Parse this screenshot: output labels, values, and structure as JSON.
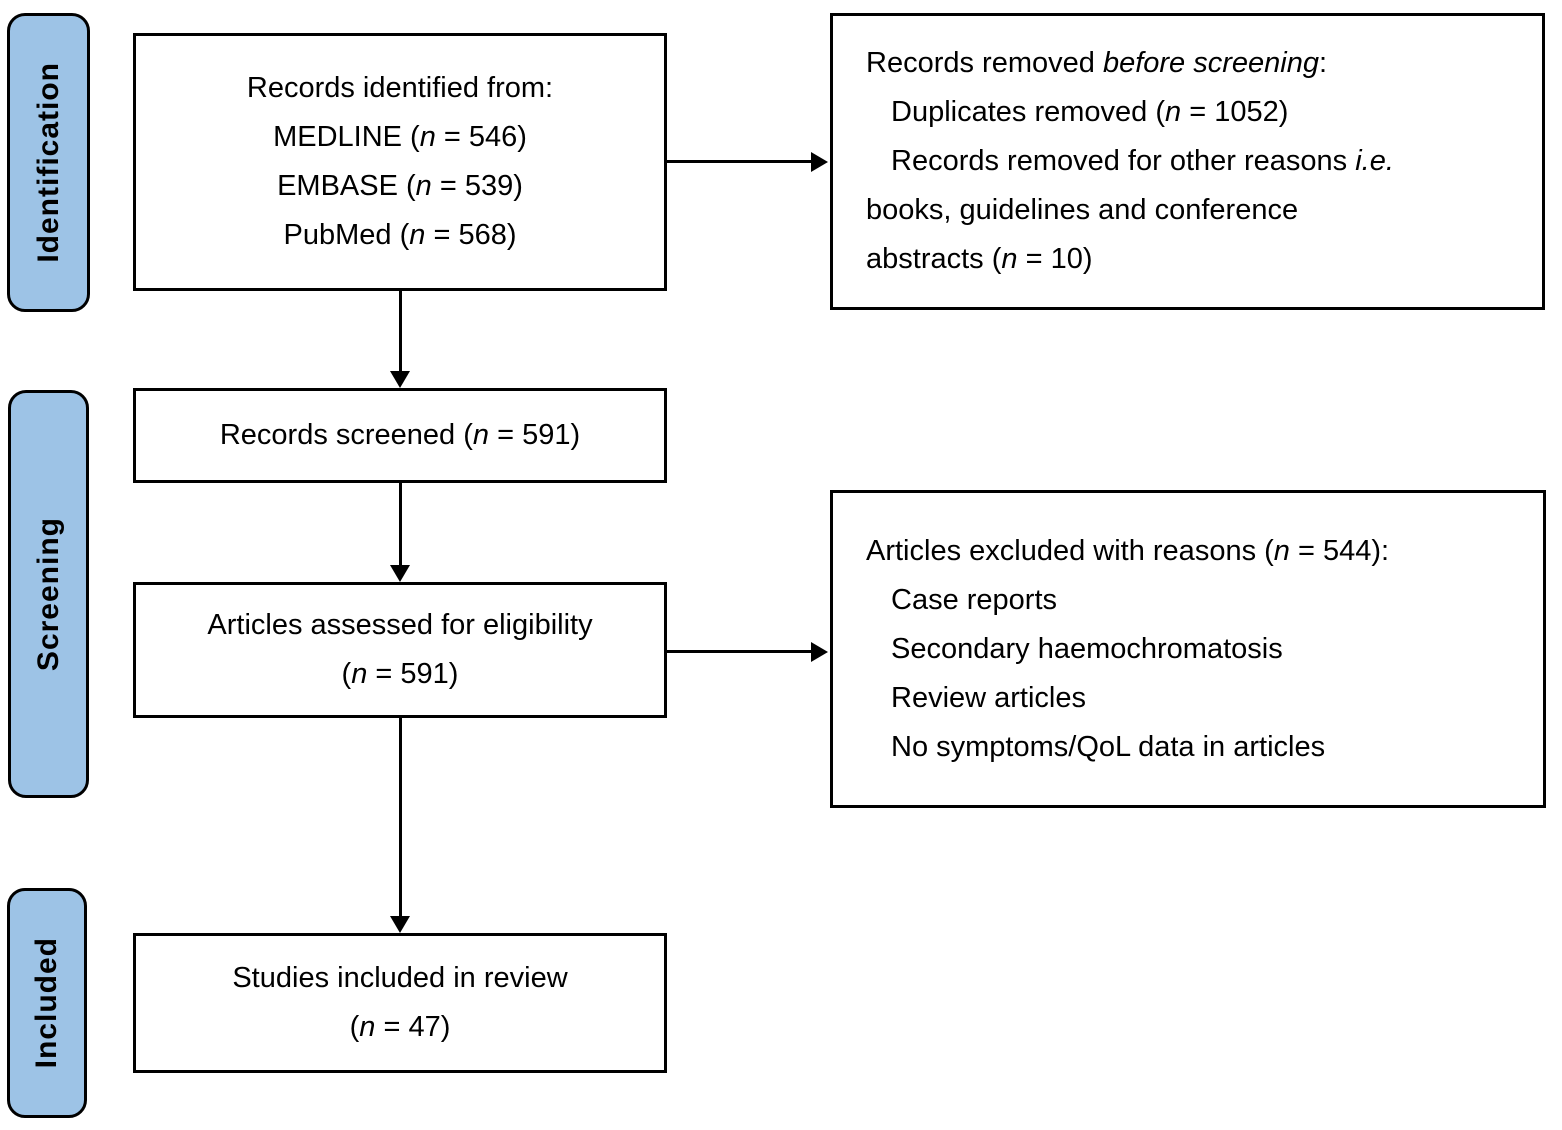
{
  "theme": {
    "accent": "#9DC3E6",
    "line": "#000000",
    "box-bg": "#FFFFFF",
    "page-bg": "#FFFFFF"
  },
  "stages": [
    {
      "label": "Identification"
    },
    {
      "label": "Screening"
    },
    {
      "label": "Included"
    }
  ],
  "boxes": {
    "identified": {
      "lines": [
        {
          "pre": "Records identified from:",
          "it": "",
          "post": ""
        },
        {
          "pre": "MEDLINE (",
          "it": "n",
          "post": " = 546)"
        },
        {
          "pre": "EMBASE (",
          "it": "n",
          "post": " = 539)"
        },
        {
          "pre": "PubMed (",
          "it": "n",
          "post": " = 568)"
        }
      ]
    },
    "removed": {
      "lines": [
        {
          "pre": "Records removed ",
          "it": "before screening",
          "post": ":"
        },
        {
          "pre": "Duplicates removed (",
          "it": "n",
          "post": " = 1052)"
        },
        {
          "pre": "Records removed for other reasons ",
          "it": "i.e.",
          "post": ""
        },
        {
          "pre": "books, guidelines and conference",
          "it": "",
          "post": ""
        },
        {
          "pre": "abstracts (",
          "it": "n",
          "post": " = 10)"
        }
      ]
    },
    "screened": {
      "lines": [
        {
          "pre": "Records screened (",
          "it": "n",
          "post": " = 591)"
        }
      ]
    },
    "eligibility": {
      "lines": [
        {
          "pre": "Articles assessed for eligibility",
          "it": "",
          "post": ""
        },
        {
          "pre": "(",
          "it": "n",
          "post": " = 591)"
        }
      ]
    },
    "excluded": {
      "lines": [
        {
          "pre": "Articles excluded with reasons (",
          "it": "n",
          "post": " = 544):"
        },
        {
          "pre": "Case reports",
          "it": "",
          "post": ""
        },
        {
          "pre": "Secondary haemochromatosis",
          "it": "",
          "post": ""
        },
        {
          "pre": "Review articles",
          "it": "",
          "post": ""
        },
        {
          "pre": "No symptoms/QoL data in articles",
          "it": "",
          "post": ""
        }
      ]
    },
    "included": {
      "lines": [
        {
          "pre": "Studies included in review",
          "it": "",
          "post": ""
        },
        {
          "pre": "(",
          "it": "n",
          "post": " = 47)"
        }
      ]
    }
  }
}
